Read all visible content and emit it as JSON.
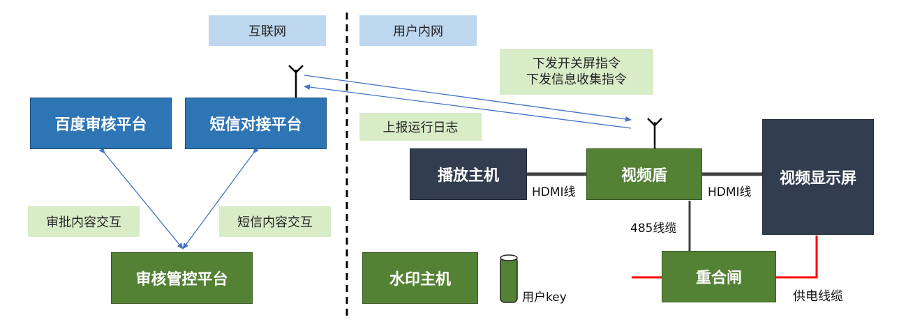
{
  "zones": {
    "internet": "互联网",
    "intranet": "用户内网"
  },
  "nodes": {
    "baidu": "百度审核平台",
    "sms": "短信对接平台",
    "audit": "审核管控平台",
    "player": "播放主机",
    "shield": "视频盾",
    "display": "视频显示屏",
    "watermark": "水印主机",
    "recloser": "重合闸"
  },
  "notes": {
    "commands": [
      "下发开关屏指令",
      "下发信息收集指令"
    ],
    "report": "上报运行日志",
    "approval": "审批内容交互",
    "sms_exchange": "短信内容交互"
  },
  "links": {
    "hdmi_left": "HDMI线",
    "hdmi_right": "HDMI线",
    "rs485": "485线缆",
    "user_key": "用户key",
    "power": "供电线缆"
  },
  "colors": {
    "blue": "#2e75b6",
    "green": "#548235",
    "dark": "#323e4f",
    "zone_bg": "#bdd7ee",
    "note_bg": "#d9ecc8",
    "arrow": "#4472c4",
    "power": "#ff0000"
  }
}
